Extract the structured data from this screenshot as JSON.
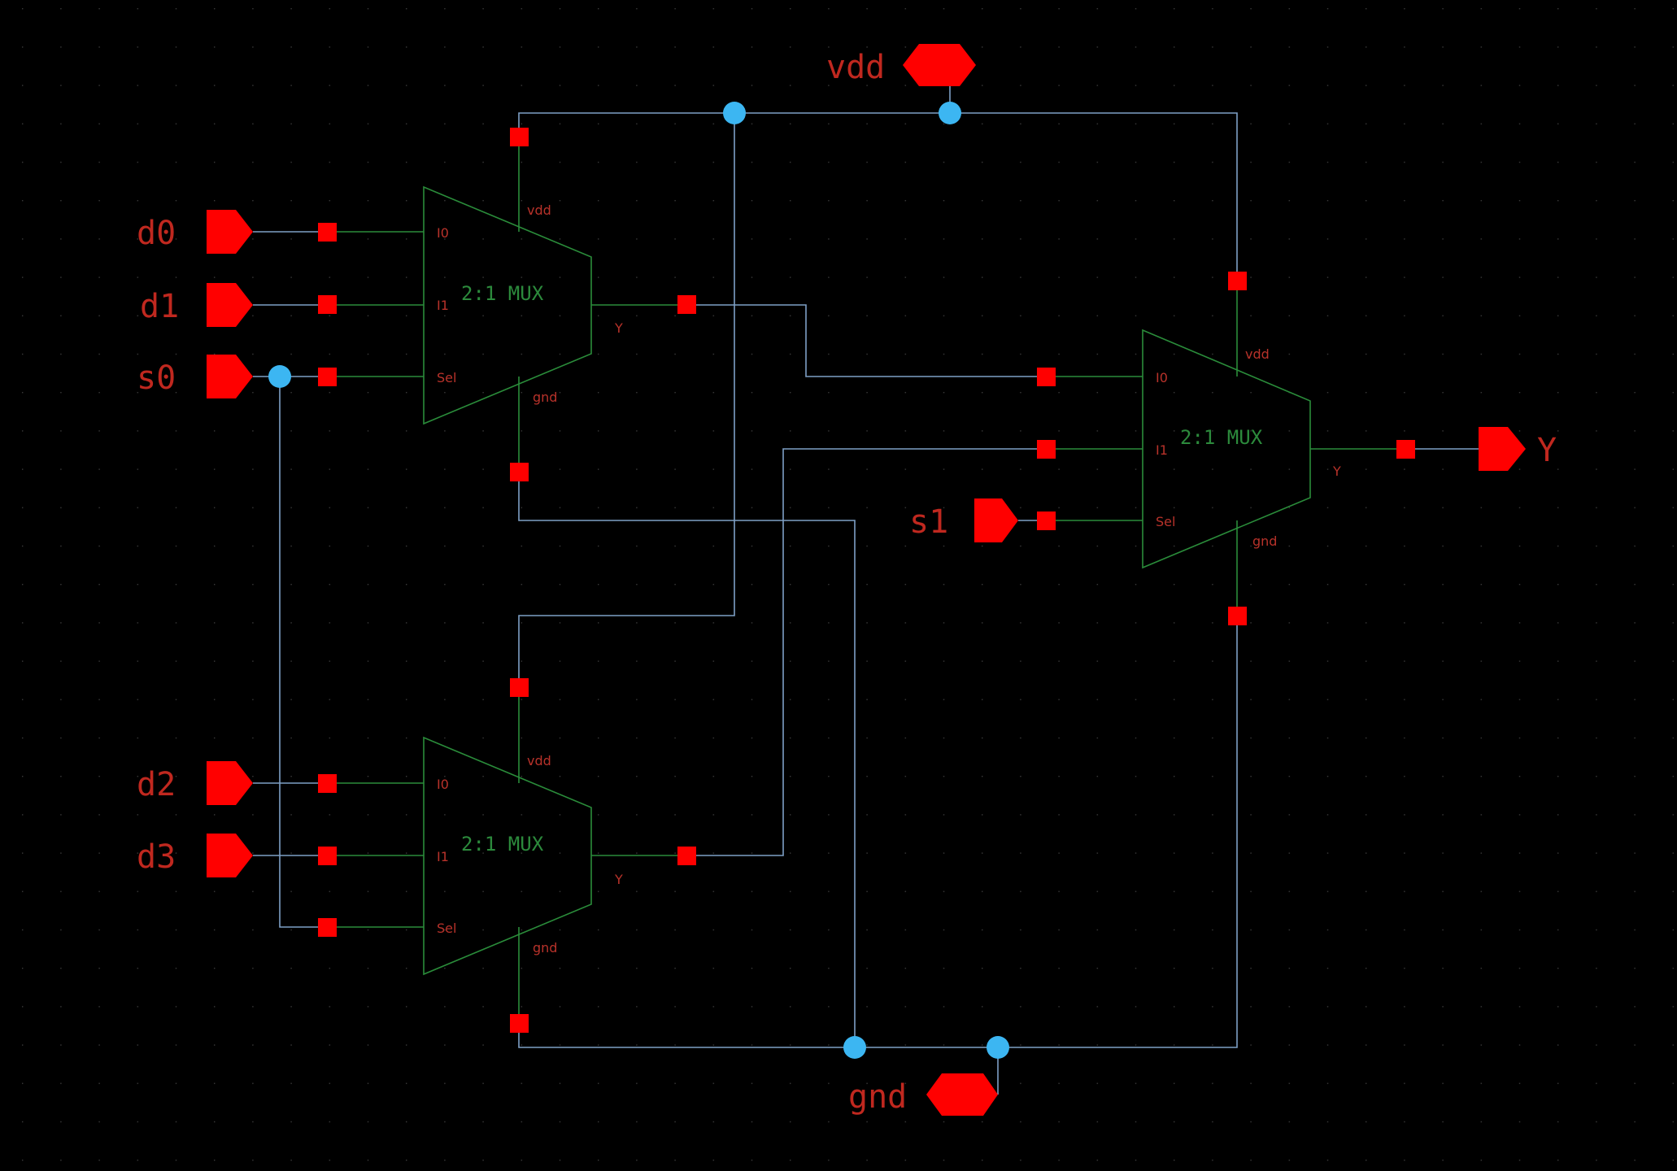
{
  "mux_title": "2:1 MUX",
  "inputs": {
    "d0": "d0",
    "d1": "d1",
    "s0": "s0",
    "d2": "d2",
    "d3": "d3",
    "s1": "s1"
  },
  "output": "Y",
  "supply": {
    "vdd": "vdd",
    "gnd": "gnd"
  },
  "ports": {
    "i0": "I0",
    "i1": "I1",
    "sel": "Sel",
    "y": "Y",
    "vdd": "vdd",
    "gnd": "gnd"
  },
  "colors": {
    "background": "#000000",
    "pin": "#ff0000",
    "label": "#c0281f",
    "wire": "#7e9fc6",
    "instance": "#2a8c3a",
    "junction": "#3cb6f2"
  }
}
